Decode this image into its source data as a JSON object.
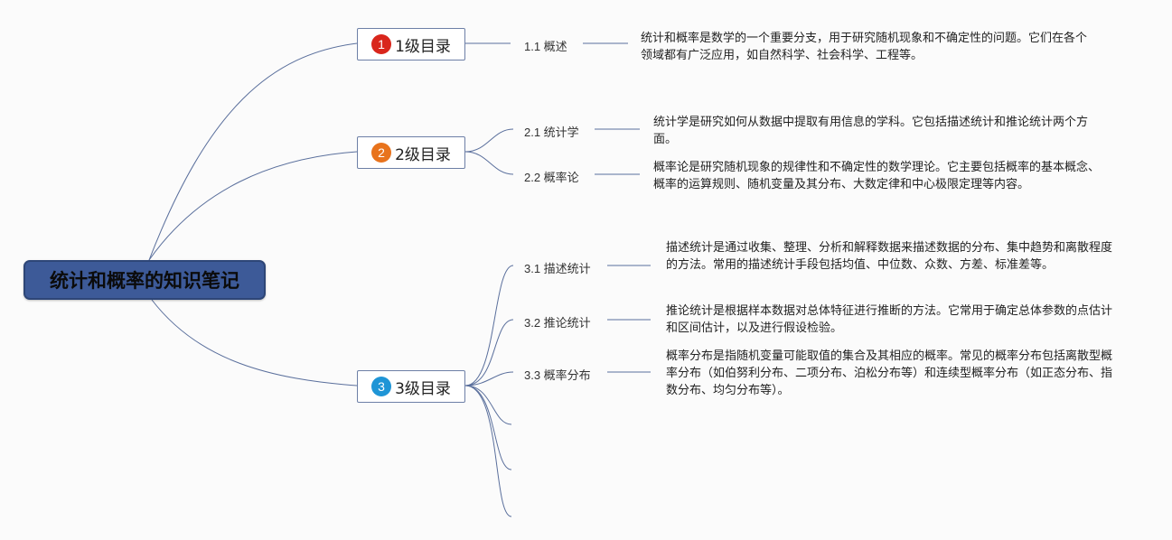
{
  "root": {
    "title": "统计和概率的知识笔记"
  },
  "colors": {
    "root_fill": "#3d5a98",
    "link": "#5a6f9c",
    "badge1": "#d9261c",
    "badge2": "#e8731c",
    "badge3": "#1f95d6"
  },
  "branches": [
    {
      "badge": "1",
      "label": "1级目录",
      "children": [
        {
          "label": "1.1 概述",
          "desc": "统计和概率是数学的一个重要分支，用于研究随机现象和不确定性的问题。它们在各个领域都有广泛应用，如自然科学、社会科学、工程等。"
        }
      ]
    },
    {
      "badge": "2",
      "label": "2级目录",
      "children": [
        {
          "label": "2.1 统计学",
          "desc": "统计学是研究如何从数据中提取有用信息的学科。它包括描述统计和推论统计两个方面。"
        },
        {
          "label": "2.2 概率论",
          "desc": "概率论是研究随机现象的规律性和不确定性的数学理论。它主要包括概率的基本概念、概率的运算规则、随机变量及其分布、大数定律和中心极限定理等内容。"
        }
      ]
    },
    {
      "badge": "3",
      "label": "3级目录",
      "children": [
        {
          "label": "3.1 描述统计",
          "desc": "描述统计是通过收集、整理、分析和解释数据来描述数据的分布、集中趋势和离散程度的方法。常用的描述统计手段包括均值、中位数、众数、方差、标准差等。"
        },
        {
          "label": "3.2 推论统计",
          "desc": "推论统计是根据样本数据对总体特征进行推断的方法。它常用于确定总体参数的点估计和区间估计，以及进行假设检验。"
        },
        {
          "label": "3.3 概率分布",
          "desc": "概率分布是指随机变量可能取值的集合及其相应的概率。常见的概率分布包括离散型概率分布（如伯努利分布、二项分布、泊松分布等）和连续型概率分布（如正态分布、指数分布、均匀分布等）。"
        }
      ]
    }
  ]
}
